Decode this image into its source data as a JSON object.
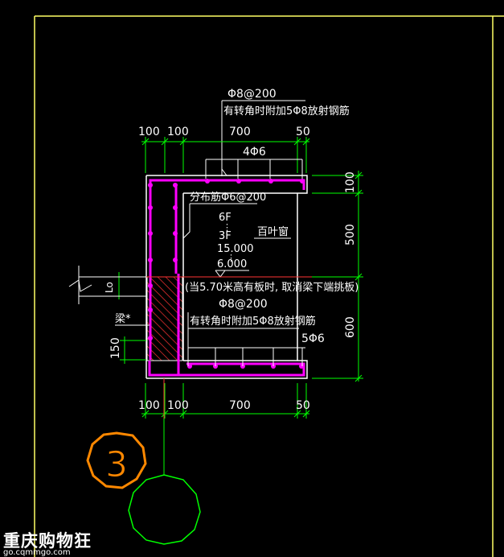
{
  "labels": {
    "top_rebar": "Φ8@200",
    "top_rebar_note": "有转角时附加5Φ8放射钢筋",
    "top_dims": [
      "100",
      "100",
      "700",
      "50"
    ],
    "top_bar_count": "4Φ6",
    "distribution_rebar": "分布筋Φ6@200",
    "floor_top": "6F",
    "floor_dots": "⋮",
    "floor_bottom": "3F",
    "louver": "百叶窗",
    "elev_top": "15.000",
    "elev_dots": "⋮",
    "elev_bottom": "6.000",
    "condition_note": "(当5.70米高有板时, 取消梁下端挑板)",
    "bottom_rebar": "Φ8@200",
    "bottom_rebar_note": "有转角时附加5Φ8放射钢筋",
    "bottom_bar_count": "5Φ6",
    "beam_label": "梁*",
    "dim_150": "150",
    "dim_lo": "Lo",
    "right_dims": [
      "100",
      "500",
      "600"
    ],
    "bottom_dims": [
      "100",
      "100",
      "700",
      "50"
    ],
    "detail_number": "3"
  },
  "watermark": {
    "title": "重庆购物狂",
    "url": "go.cqmmgo.com"
  },
  "colors": {
    "background": "#000000",
    "frame": "#ffff66",
    "lines": "#ffffff",
    "dims": "#00ff00",
    "rebar": "#ff00ff",
    "hatch": "#ff3333",
    "detail_circle": "#ff8800"
  }
}
